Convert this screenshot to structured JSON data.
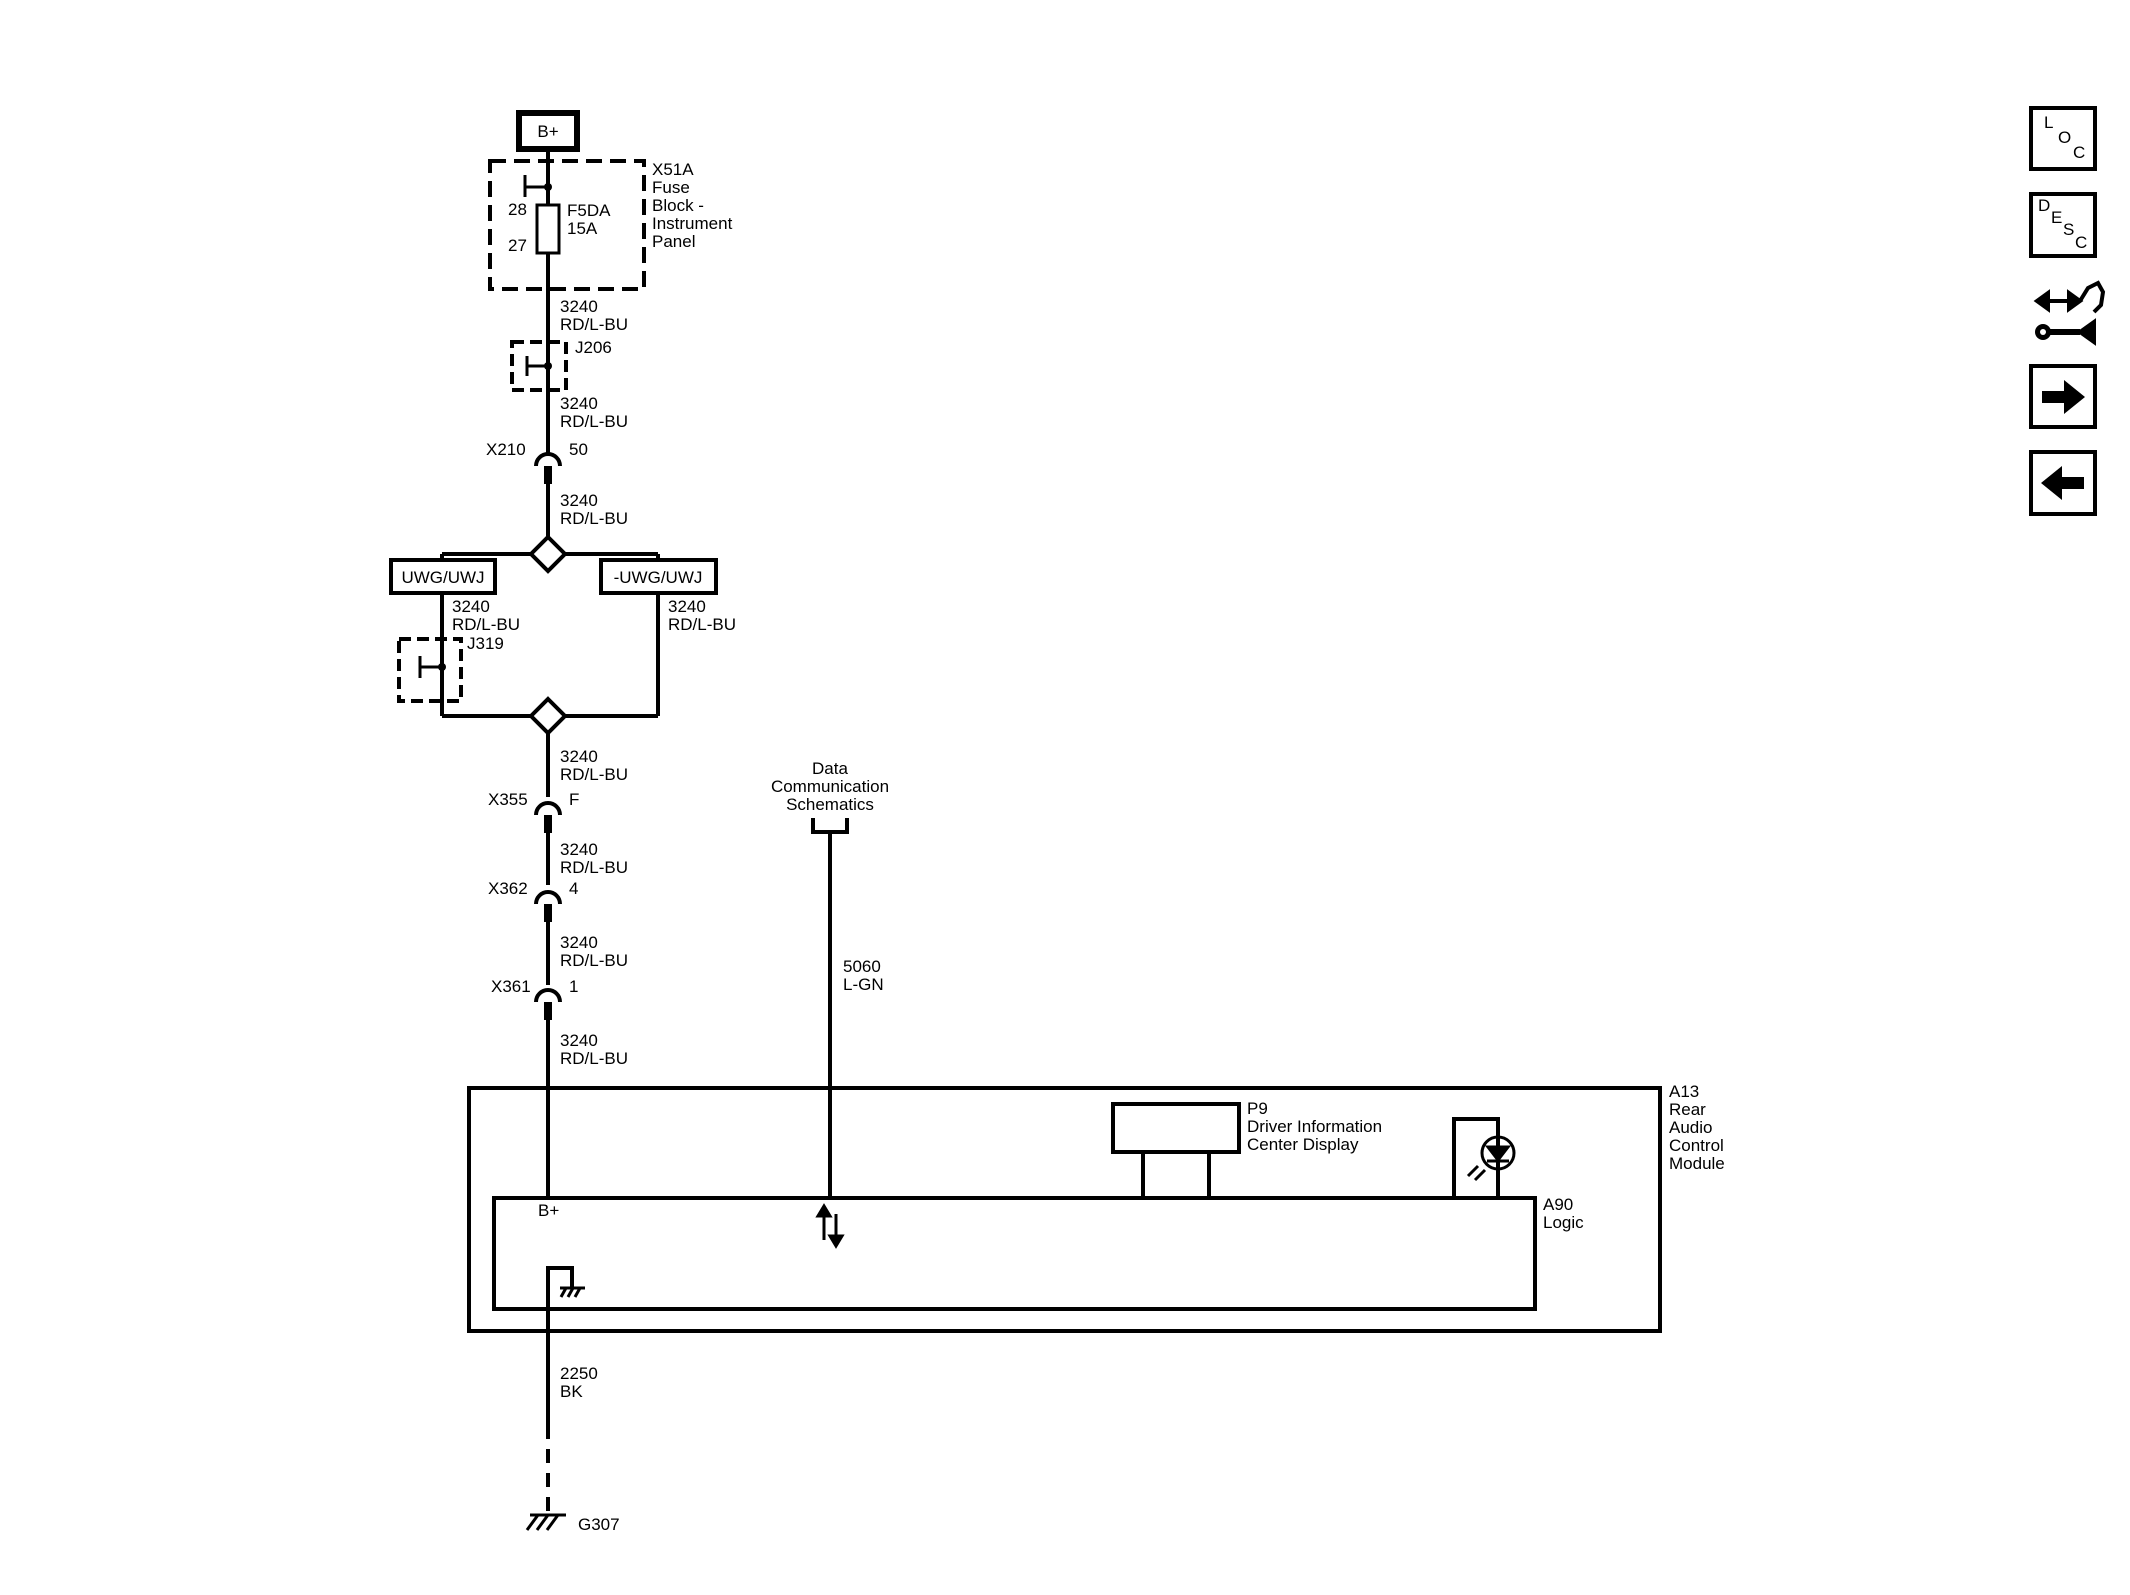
{
  "power": {
    "label": "B+"
  },
  "fuse_block": {
    "name": "X51A",
    "desc": [
      "Fuse",
      "Block -",
      "Instrument",
      "Panel"
    ],
    "pin_top": "28",
    "pin_bottom": "27",
    "fuse_name": "F5DA",
    "fuse_rating": "15A"
  },
  "splices": {
    "j206": "J206",
    "j319": "J319"
  },
  "connectors": {
    "x210": {
      "name": "X210",
      "pin": "50"
    },
    "x355": {
      "name": "X355",
      "pin": "F"
    },
    "x362": {
      "name": "X362",
      "pin": "4"
    },
    "x361": {
      "name": "X361",
      "pin": "1"
    }
  },
  "options": {
    "left": "UWG/UWJ",
    "right": "-UWG/UWJ"
  },
  "wire_power": {
    "circuit": "3240",
    "color": "RD/L-BU"
  },
  "data_link": {
    "title": [
      "Data",
      "Communication",
      "Schematics"
    ],
    "circuit": "5060",
    "color": "L-GN"
  },
  "module": {
    "name": "A13",
    "desc": [
      "Rear",
      "Audio",
      "Control",
      "Module"
    ],
    "display_name": "P9",
    "display_desc": [
      "Driver Information",
      "Center Display"
    ],
    "logic_name": "A90",
    "logic_desc": "Logic",
    "bplus": "B+"
  },
  "ground": {
    "circuit": "2250",
    "color": "BK",
    "name": "G307"
  },
  "nav": {
    "loc": [
      "L",
      "O",
      "C"
    ],
    "desc": [
      "D",
      "E",
      "S",
      "C"
    ]
  }
}
